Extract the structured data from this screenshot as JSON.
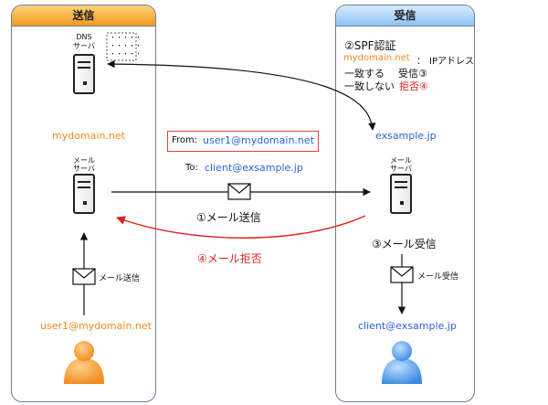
{
  "panels": {
    "send": {
      "title": "送信"
    },
    "recv": {
      "title": "受信"
    }
  },
  "dns": {
    "label_line1": "DNS",
    "label_line2": "サーバ",
    "record_dots": [
      "・・・・・",
      "・・・・・",
      "・・・・・"
    ]
  },
  "spf": {
    "title": "②SPF認証",
    "domain": "mydomain.net",
    "sep": "：",
    "ip": "IPアドレス",
    "match_label": "一致する",
    "match_result": "受信③",
    "nomatch_label": "一致しない",
    "nomatch_result": "拒否④"
  },
  "sender_domain": "mydomain.net",
  "receiver_domain": "exsample.jp",
  "from_label": "From:",
  "from_addr": "user1@mydomain.net",
  "to_label": "To:",
  "to_addr": "client@exsample.jp",
  "mail_server_left": {
    "line1": "メール",
    "line2": "サーバ"
  },
  "mail_server_right": {
    "line1": "メール",
    "line2": "サーバ"
  },
  "step1": "①メール送信",
  "step4": "④メール拒否",
  "step3": "③メール受信",
  "send_label": "メール送信",
  "recv_label": "メール受信",
  "sender_user": "user1@mydomain.net",
  "receiver_user": "client@exsample.jp",
  "colors": {
    "orange": "#f08a1c",
    "blue": "#2b63d6",
    "red": "#e02020",
    "panel_border": "#6a7ea0"
  }
}
